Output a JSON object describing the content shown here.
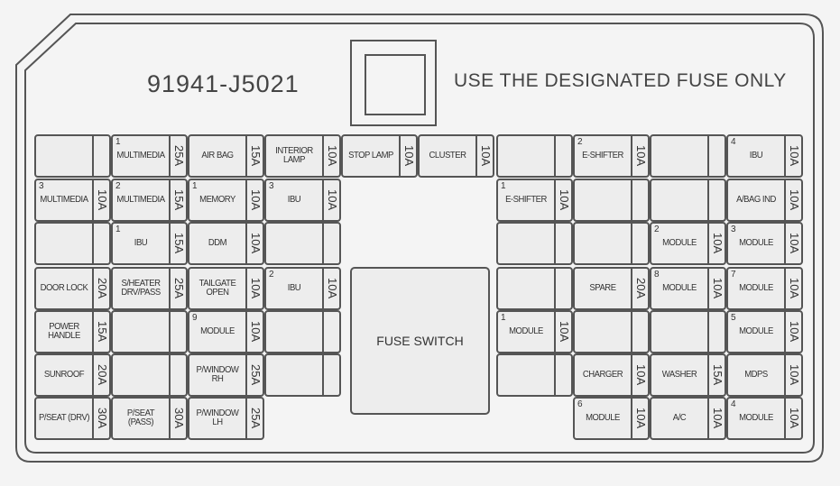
{
  "part_number": "91941-J5021",
  "notice": "USE THE DESIGNATED FUSE ONLY",
  "fuse_switch_label": "FUSE SWITCH",
  "left_block": [
    [
      {
        "num": "",
        "label": "",
        "amp": ""
      },
      {
        "num": "1",
        "label": "MULTIMEDIA",
        "amp": "25A"
      },
      {
        "num": "",
        "label": "AIR BAG",
        "amp": "15A"
      },
      {
        "num": "",
        "label": "INTERIOR LAMP",
        "amp": "10A"
      }
    ],
    [
      {
        "num": "3",
        "label": "MULTIMEDIA",
        "amp": "10A"
      },
      {
        "num": "2",
        "label": "MULTIMEDIA",
        "amp": "15A"
      },
      {
        "num": "1",
        "label": "MEMORY",
        "amp": "10A"
      },
      {
        "num": "3",
        "label": "IBU",
        "amp": "10A"
      }
    ],
    [
      {
        "num": "",
        "label": "",
        "amp": ""
      },
      {
        "num": "1",
        "label": "IBU",
        "amp": "15A"
      },
      {
        "num": "",
        "label": "DDM",
        "amp": "10A"
      },
      {
        "num": "",
        "label": "",
        "amp": ""
      }
    ],
    [
      {
        "num": "",
        "label": "DOOR LOCK",
        "amp": "20A"
      },
      {
        "num": "",
        "label": "S/HEATER DRV/PASS",
        "amp": "25A"
      },
      {
        "num": "",
        "label": "TAILGATE OPEN",
        "amp": "10A"
      },
      {
        "num": "2",
        "label": "IBU",
        "amp": "10A"
      }
    ],
    [
      {
        "num": "",
        "label": "POWER HANDLE",
        "amp": "15A"
      },
      {
        "num": "",
        "label": "",
        "amp": ""
      },
      {
        "num": "9",
        "label": "MODULE",
        "amp": "10A"
      },
      {
        "num": "",
        "label": "",
        "amp": ""
      }
    ],
    [
      {
        "num": "",
        "label": "SUNROOF",
        "amp": "20A"
      },
      {
        "num": "",
        "label": "",
        "amp": ""
      },
      {
        "num": "",
        "label": "P/WINDOW RH",
        "amp": "25A"
      },
      {
        "num": "",
        "label": "",
        "amp": ""
      }
    ],
    [
      {
        "num": "",
        "label": "P/SEAT (DRV)",
        "amp": "30A"
      },
      {
        "num": "",
        "label": "P/SEAT (PASS)",
        "amp": "30A"
      },
      {
        "num": "",
        "label": "P/WINDOW LH",
        "amp": "25A"
      },
      null
    ]
  ],
  "middle_top": [
    {
      "num": "",
      "label": "STOP LAMP",
      "amp": "10A"
    },
    {
      "num": "",
      "label": "CLUSTER",
      "amp": "10A"
    }
  ],
  "right_block": [
    [
      {
        "num": "",
        "label": "",
        "amp": ""
      },
      {
        "num": "2",
        "label": "E-SHIFTER",
        "amp": "10A"
      },
      {
        "num": "",
        "label": "",
        "amp": ""
      },
      {
        "num": "4",
        "label": "IBU",
        "amp": "10A"
      }
    ],
    [
      {
        "num": "1",
        "label": "E-SHIFTER",
        "amp": "10A"
      },
      {
        "num": "",
        "label": "",
        "amp": ""
      },
      {
        "num": "",
        "label": "",
        "amp": ""
      },
      {
        "num": "",
        "label": "A/BAG IND",
        "amp": "10A"
      }
    ],
    [
      {
        "num": "",
        "label": "",
        "amp": ""
      },
      {
        "num": "",
        "label": "",
        "amp": ""
      },
      {
        "num": "2",
        "label": "MODULE",
        "amp": "10A"
      },
      {
        "num": "3",
        "label": "MODULE",
        "amp": "10A"
      }
    ],
    [
      {
        "num": "",
        "label": "",
        "amp": ""
      },
      {
        "num": "",
        "label": "SPARE",
        "amp": "20A"
      },
      {
        "num": "8",
        "label": "MODULE",
        "amp": "10A"
      },
      {
        "num": "7",
        "label": "MODULE",
        "amp": "10A"
      }
    ],
    [
      {
        "num": "1",
        "label": "MODULE",
        "amp": "10A"
      },
      {
        "num": "",
        "label": "",
        "amp": ""
      },
      {
        "num": "",
        "label": "",
        "amp": ""
      },
      {
        "num": "5",
        "label": "MODULE",
        "amp": "10A"
      }
    ],
    [
      {
        "num": "",
        "label": "",
        "amp": ""
      },
      {
        "num": "",
        "label": "CHARGER",
        "amp": "10A"
      },
      {
        "num": "",
        "label": "WASHER",
        "amp": "15A"
      },
      {
        "num": "",
        "label": "MDPS",
        "amp": "10A"
      }
    ],
    [
      null,
      {
        "num": "6",
        "label": "MODULE",
        "amp": "10A"
      },
      {
        "num": "",
        "label": "A/C",
        "amp": "10A"
      },
      {
        "num": "4",
        "label": "MODULE",
        "amp": "10A"
      }
    ]
  ]
}
